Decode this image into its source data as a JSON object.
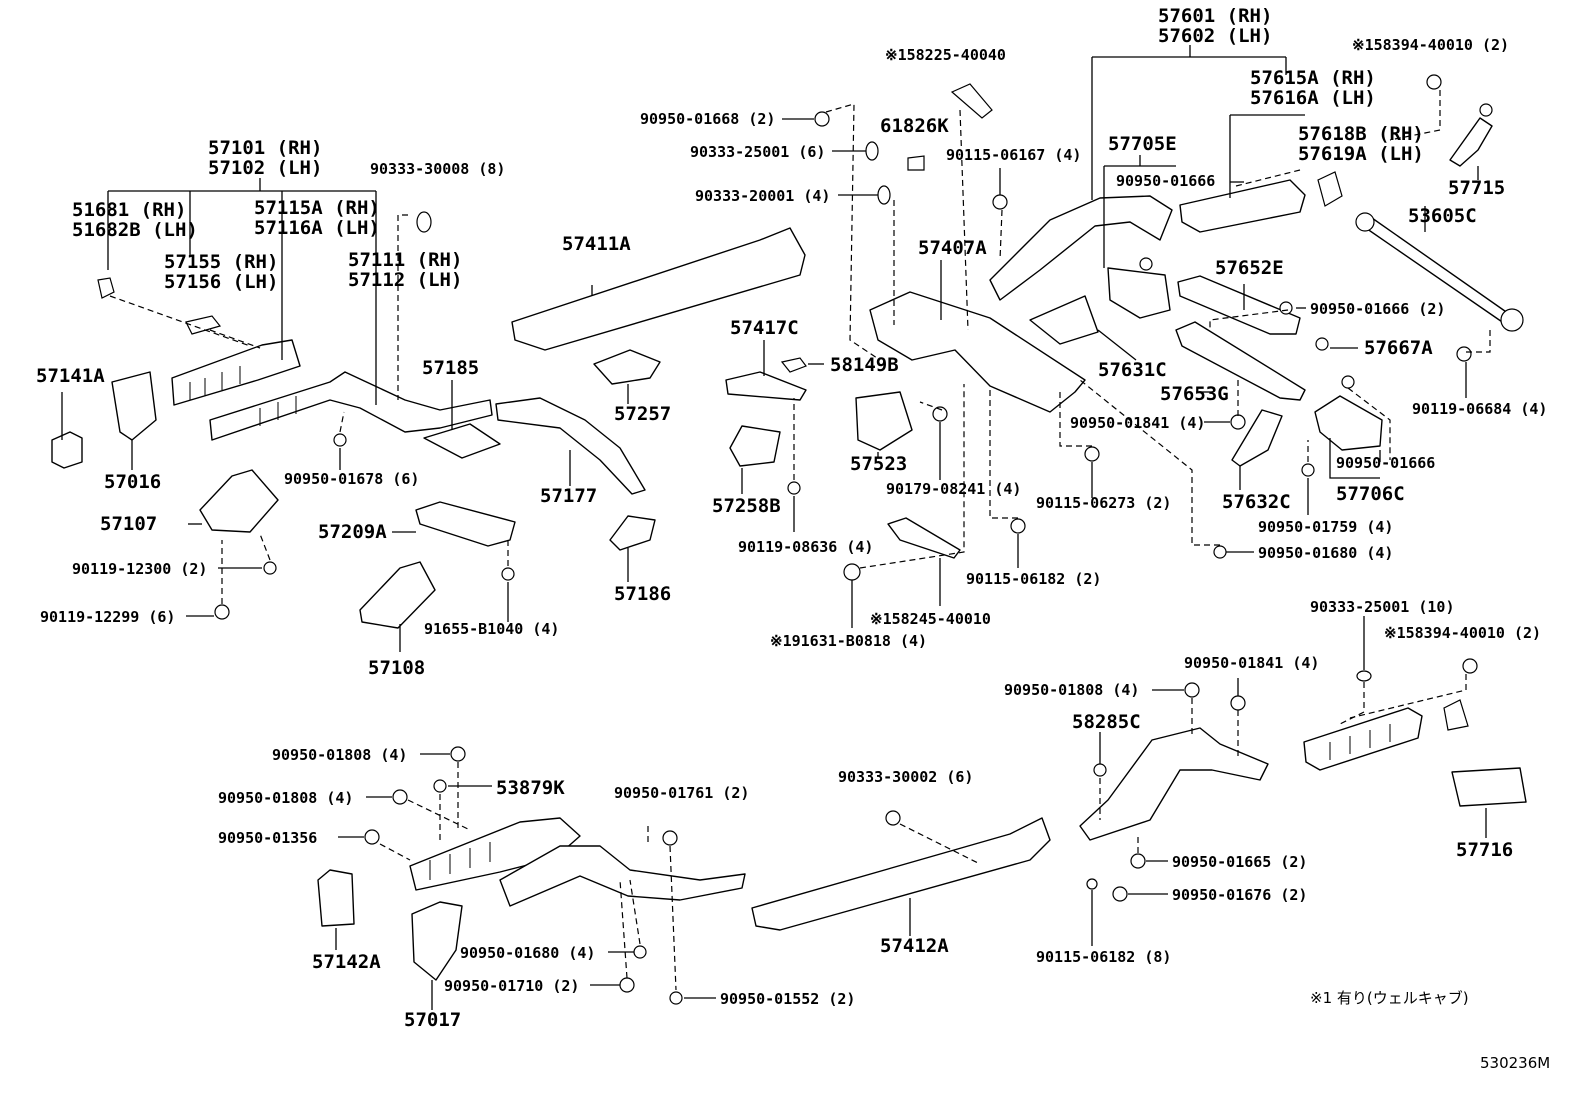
{
  "diagram_id": "530236M",
  "footnote": "※1 有り(ウェルキャブ)",
  "parts": {
    "p57601": "57601 (RH)",
    "p57602": "57602 (LH)",
    "p158394a": "※158394-40010 (2)",
    "p158225": "※158225-40040",
    "p57615A": "57615A (RH)",
    "p57616A": "57616A (LH)",
    "p90950_01668": "90950-01668 (2)",
    "p61826K": "61826K",
    "p57618B": "57618B (RH)",
    "p57619A": "57619A (LH)",
    "p90333_25001a": "90333-25001 (6)",
    "p90115_06167": "90115-06167 (4)",
    "p57705E": "57705E",
    "p90950_01666a": "90950-01666",
    "p57715": "57715",
    "p57101": "57101 (RH)",
    "p57102": "57102 (LH)",
    "p90333_30008": "90333-30008 (8)",
    "p90333_20001": "90333-20001 (4)",
    "p53605C": "53605C",
    "p51681": "51681 (RH)",
    "p51682B": "51682B (LH)",
    "p57115A": "57115A (RH)",
    "p57116A": "57116A (LH)",
    "p57411A": "57411A",
    "p57407A": "57407A",
    "p57652E": "57652E",
    "p57155": "57155 (RH)",
    "p57156": "57156 (LH)",
    "p57111": "57111 (RH)",
    "p57112": "57112 (LH)",
    "p90950_01666b": "90950-01666 (2)",
    "p57417C": "57417C",
    "p58149B": "58149B",
    "p57667A": "57667A",
    "p57141A": "57141A",
    "p57185": "57185",
    "p57631C": "57631C",
    "p57653G": "57653G",
    "p90119_06684": "90119-06684 (4)",
    "p57257": "57257",
    "p90950_01841a": "90950-01841 (4)",
    "p57523": "57523",
    "p90950_01666c": "90950-01666",
    "p57016": "57016",
    "p90950_01678": "90950-01678 (6)",
    "p90179_08241": "90179-08241 (4)",
    "p57177": "57177",
    "p57632C": "57632C",
    "p57706C": "57706C",
    "p90115_06273": "90115-06273 (2)",
    "p57258B": "57258B",
    "p57107": "57107",
    "p57209A": "57209A",
    "p90950_01759": "90950-01759 (4)",
    "p90119_08636": "90119-08636 (4)",
    "p90119_12300": "90119-12300 (2)",
    "p90950_01680a": "90950-01680 (4)",
    "p90115_06182a": "90115-06182 (2)",
    "p57186": "57186",
    "p90119_12299": "90119-12299 (6)",
    "p158245": "※158245-40010",
    "p91655": "91655-B1040 (4)",
    "p191631": "※191631-B0818 (4)",
    "p90333_25001b": "90333-25001 (10)",
    "p158394b": "※158394-40010 (2)",
    "p57108": "57108",
    "p90950_01841b": "90950-01841 (4)",
    "p90950_01808a": "90950-01808 (4)",
    "p58285C": "58285C",
    "p90950_01808b": "90950-01808 (4)",
    "p90950_01808c": "90950-01808 (4)",
    "p53879K": "53879K",
    "p90950_01761": "90950-01761 (2)",
    "p90333_30002": "90333-30002 (6)",
    "p90950_01356": "90950-01356",
    "p57716": "57716",
    "p90950_01665": "90950-01665 (2)",
    "p90950_01676": "90950-01676 (2)",
    "p57412A": "57412A",
    "p57142A": "57142A",
    "p90950_01680b": "90950-01680 (4)",
    "p90115_06182b": "90115-06182 (8)",
    "p90950_01710": "90950-01710 (2)",
    "p90950_01552": "90950-01552 (2)",
    "p57017": "57017"
  }
}
